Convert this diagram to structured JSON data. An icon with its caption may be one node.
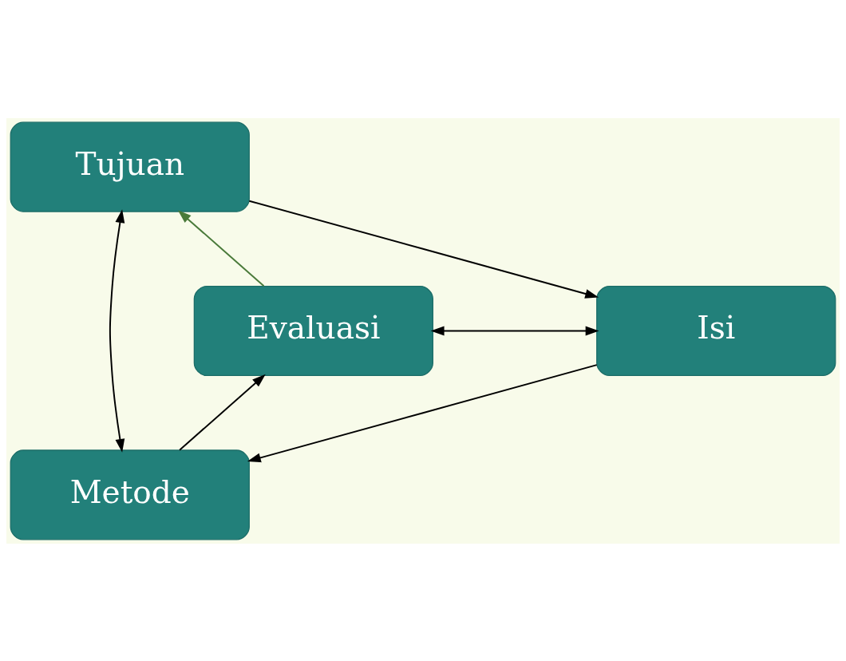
{
  "diagram": {
    "nodes": [
      {
        "text": [
          "Tujuan"
        ]
      },
      {
        "text": [
          "Isi"
        ]
      },
      {
        "text": [
          "Metode"
        ]
      },
      {
        "text": [
          "Evaluasi"
        ]
      }
    ],
    "edges": [
      {
        "from": 0,
        "to": 1,
        "arrow": "to"
      },
      {
        "from": 1,
        "to": 2,
        "arrow": "to"
      },
      {
        "from": 2,
        "to": 3,
        "arrow": "to"
      },
      {
        "from": 3,
        "to": 0,
        "arrow": "to",
        "color": "#4a7a3a"
      },
      {
        "from": 0,
        "to": 2,
        "arrow": "both"
      },
      {
        "from": 3,
        "to": 1,
        "arrow": "both"
      }
    ]
  }
}
